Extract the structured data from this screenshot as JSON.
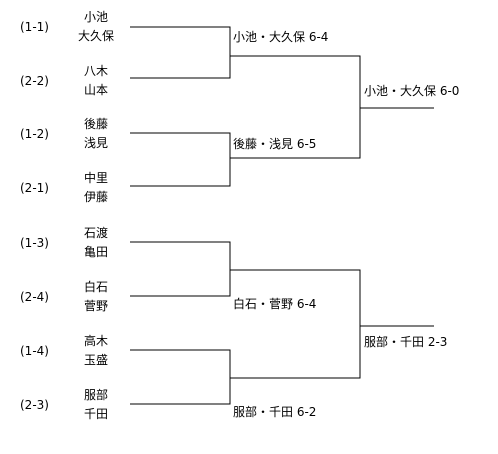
{
  "bracket": {
    "first_round": [
      {
        "seed": "(1-1)",
        "players": [
          "小池",
          "大久保"
        ]
      },
      {
        "seed": "(2-2)",
        "players": [
          "八木",
          "山本"
        ]
      },
      {
        "seed": "(1-2)",
        "players": [
          "後藤",
          "浅見"
        ]
      },
      {
        "seed": "(2-1)",
        "players": [
          "中里",
          "伊藤"
        ]
      },
      {
        "seed": "(1-3)",
        "players": [
          "石渡",
          "亀田"
        ]
      },
      {
        "seed": "(2-4)",
        "players": [
          "白石",
          "菅野"
        ]
      },
      {
        "seed": "(1-4)",
        "players": [
          "高木",
          "玉盛"
        ]
      },
      {
        "seed": "(2-3)",
        "players": [
          "服部",
          "千田"
        ]
      }
    ],
    "second_round": [
      {
        "winner": "小池・大久保",
        "score": "6-4"
      },
      {
        "winner": "後藤・浅見",
        "score": "6-5"
      },
      {
        "winner": "白石・菅野",
        "score": "6-4"
      },
      {
        "winner": "服部・千田",
        "score": "6-2"
      }
    ],
    "semifinal": [
      {
        "winner": "小池・大久保",
        "score": "6-0"
      },
      {
        "winner": "服部・千田",
        "score": "2-3"
      }
    ]
  }
}
